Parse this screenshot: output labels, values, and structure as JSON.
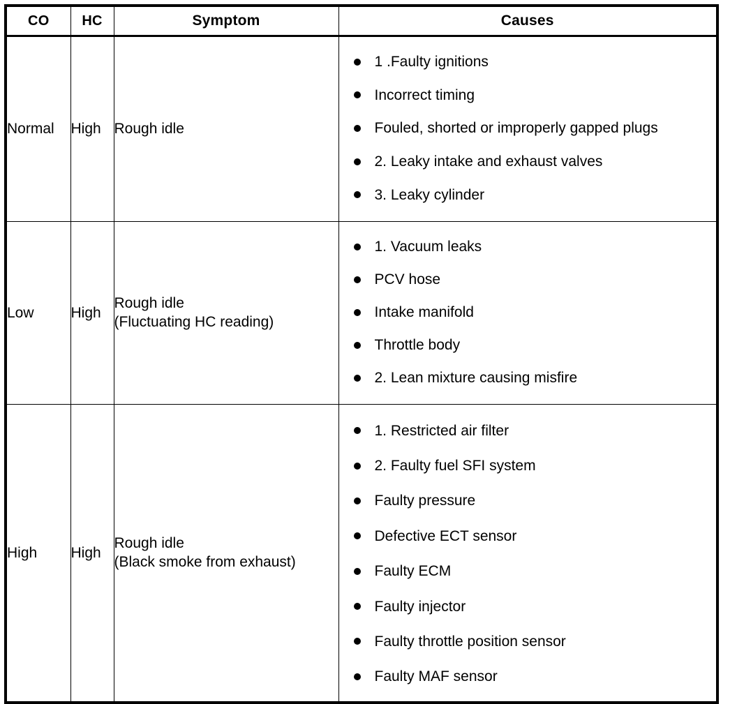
{
  "table": {
    "columns": [
      {
        "key": "co",
        "label": "CO"
      },
      {
        "key": "hc",
        "label": "HC"
      },
      {
        "key": "symptom",
        "label": "Symptom"
      },
      {
        "key": "causes",
        "label": "Causes"
      }
    ],
    "rows": [
      {
        "co": "Normal",
        "hc": "High",
        "symptom_line1": "Rough idle",
        "symptom_line2": "",
        "causes": [
          "1 .Faulty ignitions",
          "Incorrect timing",
          "Fouled, shorted or improperly gapped plugs",
          "2. Leaky intake and exhaust valves",
          "3. Leaky cylinder"
        ]
      },
      {
        "co": "Low",
        "hc": "High",
        "symptom_line1": "Rough idle",
        "symptom_line2": "(Fluctuating HC reading)",
        "causes": [
          "1. Vacuum leaks",
          "PCV hose",
          "Intake manifold",
          "Throttle body",
          "2. Lean mixture causing misfire"
        ]
      },
      {
        "co": "High",
        "hc": "High",
        "symptom_line1": "Rough idle",
        "symptom_line2": "(Black smoke from exhaust)",
        "causes": [
          "1. Restricted air filter",
          "2. Faulty fuel SFI system",
          "Faulty pressure",
          "Defective ECT sensor",
          "Faulty ECM",
          "Faulty injector",
          "Faulty throttle position sensor",
          "Faulty MAF sensor"
        ]
      }
    ]
  },
  "colors": {
    "border": "#000000",
    "text": "#000000",
    "background": "#ffffff"
  }
}
